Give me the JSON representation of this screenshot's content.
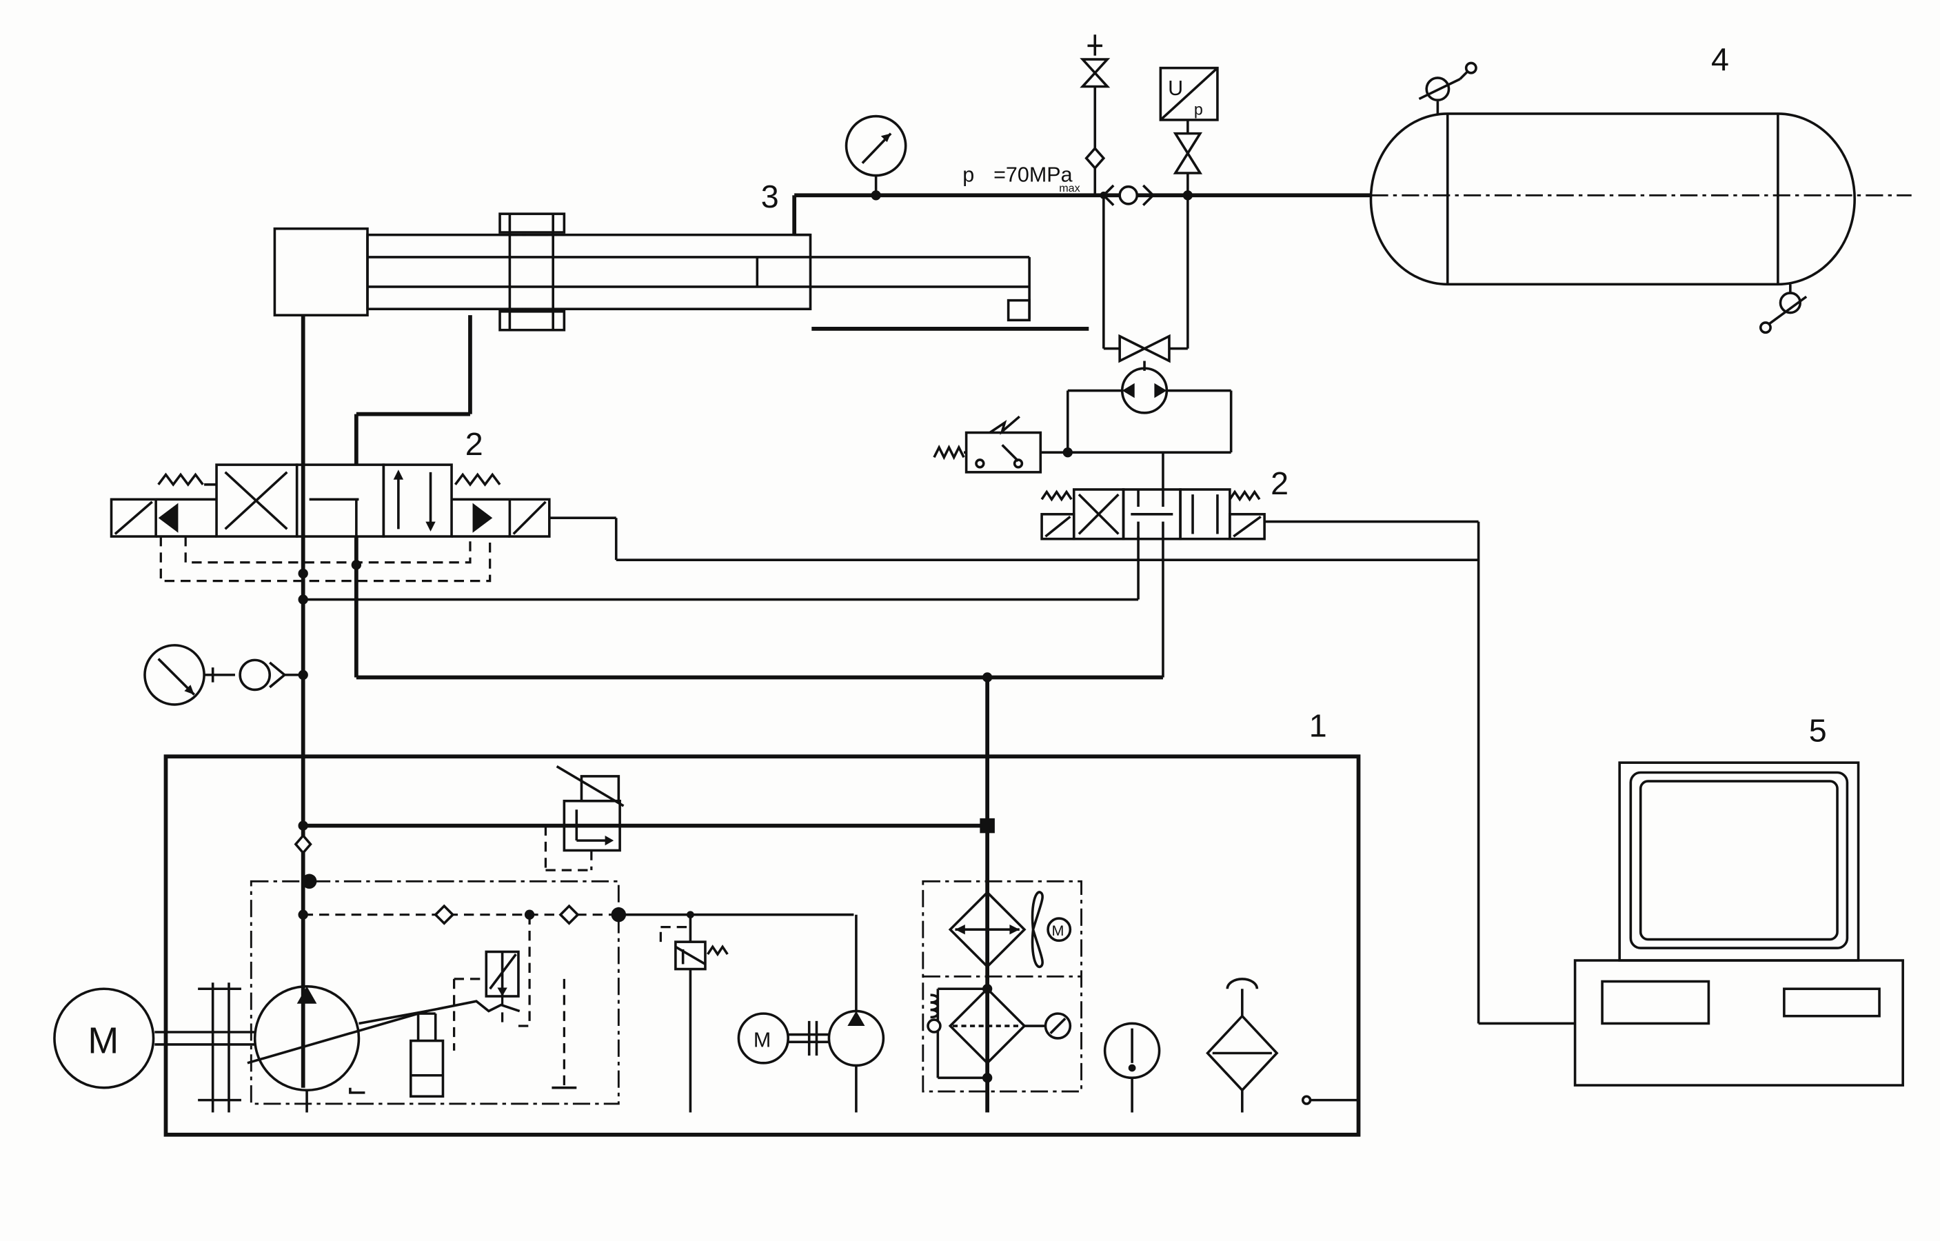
{
  "labels": {
    "power_unit": "1",
    "valve_left": "2",
    "valve_right": "2",
    "cylinder": "3",
    "vessel": "4",
    "computer": "5"
  },
  "pressure": {
    "symbol": "p",
    "value": "=70MPa",
    "subscript": "max"
  },
  "transducer": {
    "top": "U",
    "bottom": "p"
  },
  "motors": {
    "main": "M",
    "aux": "M"
  }
}
